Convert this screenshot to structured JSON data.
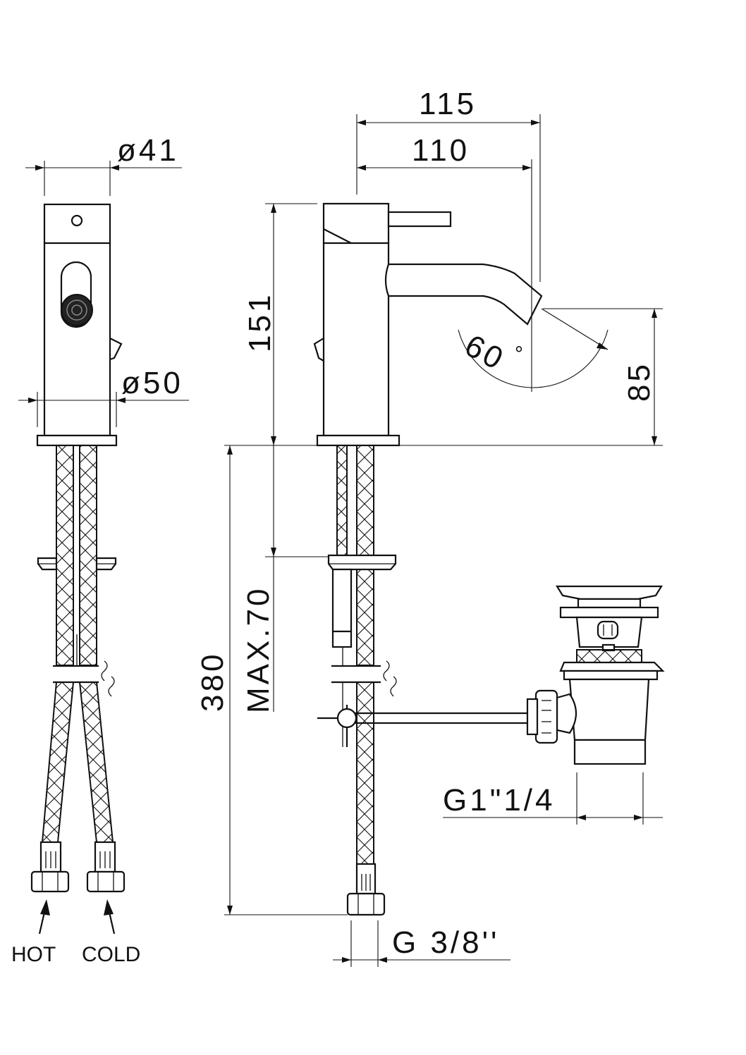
{
  "dimensions": {
    "overall_reach": "115",
    "spout_reach": "110",
    "diameter_top": "ø41",
    "diameter_base": "ø50",
    "height_151": "151",
    "spout_height": "85",
    "spout_angle": "60",
    "degree_mark": "°",
    "hose_length": "380",
    "max_deck": "MAX.70",
    "waste_thread": "G1\"1/4",
    "hose_thread": "G 3/8''"
  },
  "labels": {
    "hot": "HOT",
    "cold": "COLD"
  }
}
